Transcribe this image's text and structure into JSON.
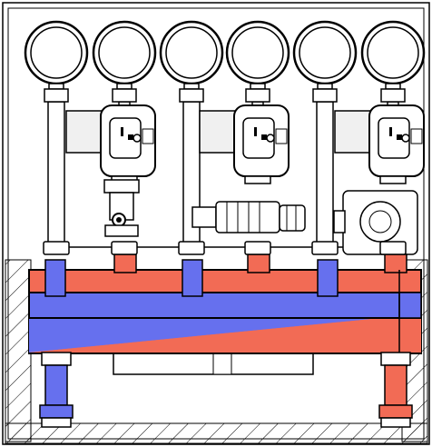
{
  "diagram": {
    "colors": {
      "hot": "#f26b55",
      "cold": "#6670ee",
      "line": "#000000",
      "background": "#ffffff",
      "pump_body": "#f0f0f0"
    },
    "components": {
      "gauges": 6,
      "pumps": 3,
      "mixing_valve": 1,
      "actuator": 1,
      "hydraulic_manifold": 1,
      "outlet_pipes": 2
    },
    "manifold_flows": [
      "supply-hot",
      "return-cold"
    ]
  }
}
